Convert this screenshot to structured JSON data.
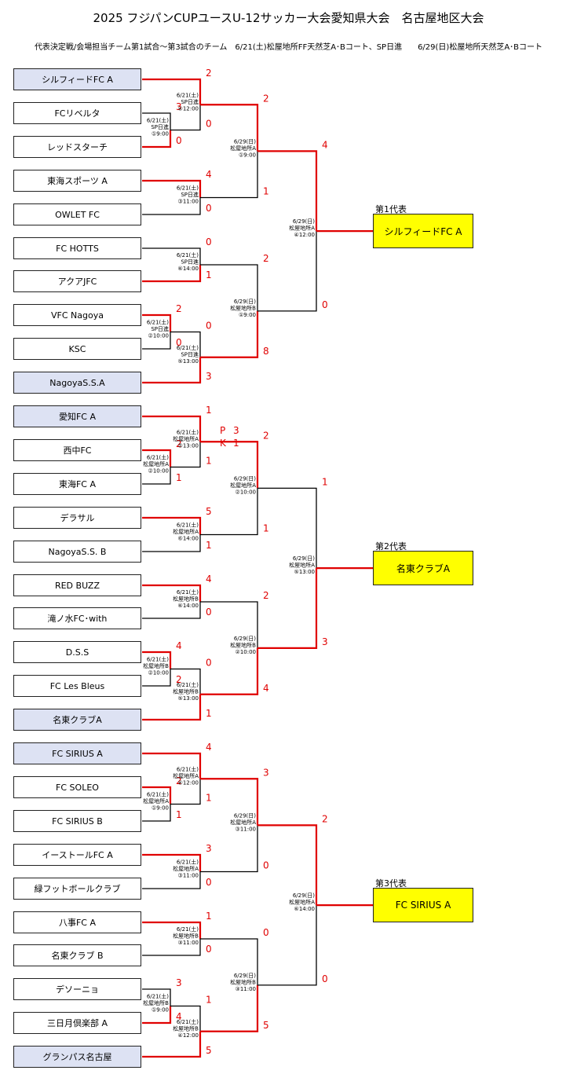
{
  "title": "2025 フジパンCUPユースU-12サッカー大会愛知県大会　名古屋地区大会",
  "subtitle": "代表決定戦/会場担当チーム第1試合～第3試合のチーム　6/21(土)松屋地所FF天然芝A･Bコート、SP日進　　6/29(日)松屋地所天然芝A･Bコート",
  "teams": [
    {
      "name": "シルフィードFC A",
      "seed": true
    },
    {
      "name": "FCリベルタ",
      "seed": false
    },
    {
      "name": "レッドスターチ",
      "seed": false
    },
    {
      "name": "東海スポーツ A",
      "seed": false
    },
    {
      "name": "OWLET FC",
      "seed": false
    },
    {
      "name": "FC HOTTS",
      "seed": false
    },
    {
      "name": "アクアJFC",
      "seed": false
    },
    {
      "name": "VFC Nagoya",
      "seed": false
    },
    {
      "name": "KSC",
      "seed": false
    },
    {
      "name": "NagoyaS.S.A",
      "seed": true
    },
    {
      "name": "愛知FC A",
      "seed": true
    },
    {
      "name": "西中FC",
      "seed": false
    },
    {
      "name": "東海FC A",
      "seed": false
    },
    {
      "name": "デラサル",
      "seed": false
    },
    {
      "name": "NagoyaS.S. B",
      "seed": false
    },
    {
      "name": "RED BUZZ",
      "seed": false
    },
    {
      "name": "滝ノ水FC･with",
      "seed": false
    },
    {
      "name": "D.S.S",
      "seed": false
    },
    {
      "name": "FC Les Bleus",
      "seed": false
    },
    {
      "name": "名東クラブA",
      "seed": true
    },
    {
      "name": "FC SIRIUS A",
      "seed": true
    },
    {
      "name": "FC SOLEO",
      "seed": false
    },
    {
      "name": "FC SIRIUS B",
      "seed": false
    },
    {
      "name": "イーストールFC A",
      "seed": false
    },
    {
      "name": "緑フットボールクラブ",
      "seed": false
    },
    {
      "name": "八事FC A",
      "seed": false
    },
    {
      "name": "名東クラブ B",
      "seed": false
    },
    {
      "name": "デソーニョ",
      "seed": false
    },
    {
      "name": "三日月倶楽部 A",
      "seed": false
    },
    {
      "name": "グランパス名古屋",
      "seed": true
    }
  ],
  "representatives": [
    {
      "label": "第1代表",
      "team": "シルフィードFC A"
    },
    {
      "label": "第2代表",
      "team": "名東クラブA"
    },
    {
      "label": "第3代表",
      "team": "FC SIRIUS A"
    }
  ],
  "pk": {
    "p": "P",
    "k": "K",
    "score_top": "3",
    "score_bottom": "1"
  },
  "matches": [
    {
      "id": "q1",
      "a": "t1",
      "b": "t2",
      "round": 0,
      "sa": "3",
      "sb": "0",
      "info": [
        "6/21(土)",
        "SP日進",
        "①9:00"
      ]
    },
    {
      "id": "q2",
      "a": "t7",
      "b": "t8",
      "round": 0,
      "sa": "2",
      "sb": "0",
      "info": [
        "6/21(土)",
        "SP日進",
        "②10:00"
      ]
    },
    {
      "id": "q3",
      "a": "t11",
      "b": "t12",
      "round": 0,
      "sa": "2",
      "sb": "1",
      "info": [
        "6/21(土)",
        "松屋地所A",
        "②10:00"
      ]
    },
    {
      "id": "q4",
      "a": "t17",
      "b": "t18",
      "round": 0,
      "sa": "4",
      "sb": "2",
      "info": [
        "6/21(土)",
        "松屋地所B",
        "②10:00"
      ]
    },
    {
      "id": "q5",
      "a": "t21",
      "b": "t22",
      "round": 0,
      "sa": "2",
      "sb": "1",
      "info": [
        "6/21(土)",
        "松屋地所A",
        "①9:00"
      ]
    },
    {
      "id": "q6",
      "a": "t27",
      "b": "t28",
      "round": 0,
      "sa": "3",
      "sb": "4",
      "info": [
        "6/21(土)",
        "松屋地所B",
        "①9:00"
      ]
    },
    {
      "id": "r1",
      "a": "t0",
      "b": "q1",
      "round": 1,
      "sa": "2",
      "sb": "0",
      "info": [
        "6/21(土)",
        "SP日進",
        "④12:00"
      ]
    },
    {
      "id": "r2",
      "a": "t3",
      "b": "t4",
      "round": 1,
      "sa": "4",
      "sb": "0",
      "info": [
        "6/21(土)",
        "SP日進",
        "③11:00"
      ]
    },
    {
      "id": "r3",
      "a": "t5",
      "b": "t6",
      "round": 1,
      "sa": "0",
      "sb": "1",
      "info": [
        "6/21(土)",
        "SP日進",
        "⑥14:00"
      ]
    },
    {
      "id": "r4",
      "a": "q2",
      "b": "t9",
      "round": 1,
      "sa": "0",
      "sb": "3",
      "info": [
        "6/21(土)",
        "SP日進",
        "⑤13:00"
      ]
    },
    {
      "id": "r5",
      "a": "t10",
      "b": "q3",
      "round": 1,
      "sa": "1",
      "sb": "1",
      "info": [
        "6/21(土)",
        "松屋地所A",
        "⑤13:00"
      ]
    },
    {
      "id": "r6",
      "a": "t13",
      "b": "t14",
      "round": 1,
      "sa": "5",
      "sb": "1",
      "info": [
        "6/21(土)",
        "松屋地所A",
        "⑥14:00"
      ]
    },
    {
      "id": "r7",
      "a": "t15",
      "b": "t16",
      "round": 1,
      "sa": "4",
      "sb": "0",
      "info": [
        "6/21(土)",
        "松屋地所B",
        "⑥14:00"
      ]
    },
    {
      "id": "r8",
      "a": "q4",
      "b": "t19",
      "round": 1,
      "sa": "0",
      "sb": "1",
      "info": [
        "6/21(土)",
        "松屋地所B",
        "⑤13:00"
      ]
    },
    {
      "id": "r9",
      "a": "t20",
      "b": "q5",
      "round": 1,
      "sa": "4",
      "sb": "1",
      "info": [
        "6/21(土)",
        "松屋地所A",
        "④12:00"
      ]
    },
    {
      "id": "r10",
      "a": "t23",
      "b": "t24",
      "round": 1,
      "sa": "3",
      "sb": "0",
      "info": [
        "6/21(土)",
        "松屋地所A",
        "③11:00"
      ]
    },
    {
      "id": "r11",
      "a": "t25",
      "b": "t26",
      "round": 1,
      "sa": "1",
      "sb": "0",
      "info": [
        "6/21(土)",
        "松屋地所B",
        "③11:00"
      ]
    },
    {
      "id": "r12",
      "a": "q6",
      "b": "t29",
      "round": 1,
      "sa": "1",
      "sb": "5",
      "info": [
        "6/21(土)",
        "松屋地所B",
        "④12:00"
      ]
    },
    {
      "id": "s1",
      "a": "r1",
      "b": "r2",
      "round": 2,
      "sa": "2",
      "sb": "1",
      "info": [
        "6/29(日)",
        "松屋地所A",
        "①9:00"
      ]
    },
    {
      "id": "s2",
      "a": "r3",
      "b": "r4",
      "round": 2,
      "sa": "2",
      "sb": "8",
      "info": [
        "6/29(日)",
        "松屋地所B",
        "①9:00"
      ]
    },
    {
      "id": "s3",
      "a": "r5",
      "b": "r6",
      "round": 2,
      "sa": "2",
      "sb": "1",
      "info": [
        "6/29(日)",
        "松屋地所A",
        "②10:00"
      ]
    },
    {
      "id": "s4",
      "a": "r7",
      "b": "r8",
      "round": 2,
      "sa": "2",
      "sb": "4",
      "info": [
        "6/29(日)",
        "松屋地所B",
        "②10:00"
      ]
    },
    {
      "id": "s5",
      "a": "r9",
      "b": "r10",
      "round": 2,
      "sa": "3",
      "sb": "0",
      "info": [
        "6/29(日)",
        "松屋地所A",
        "③11:00"
      ]
    },
    {
      "id": "s6",
      "a": "r11",
      "b": "r12",
      "round": 2,
      "sa": "0",
      "sb": "5",
      "info": [
        "6/29(日)",
        "松屋地所B",
        "③11:00"
      ]
    },
    {
      "id": "f1",
      "a": "s1",
      "b": "s2",
      "round": 3,
      "sa": "4",
      "sb": "0",
      "info": [
        "6/29(日)",
        "松屋地所A",
        "④12:00"
      ]
    },
    {
      "id": "f2",
      "a": "s3",
      "b": "s4",
      "round": 3,
      "sa": "1",
      "sb": "3",
      "info": [
        "6/29(日)",
        "松屋地所A",
        "⑤13:00"
      ]
    },
    {
      "id": "f3",
      "a": "s5",
      "b": "s6",
      "round": 3,
      "sa": "2",
      "sb": "0",
      "info": [
        "6/29(日)",
        "松屋地所A",
        "⑥14:00"
      ]
    }
  ],
  "winners": {
    "q1": "b",
    "q2": "a",
    "q3": "a",
    "q4": "a",
    "q5": "a",
    "q6": "b",
    "r1": "a",
    "r2": "a",
    "r3": "b",
    "r4": "b",
    "r5": "a",
    "r6": "a",
    "r7": "a",
    "r8": "b",
    "r9": "a",
    "r10": "a",
    "r11": "a",
    "r12": "b",
    "s1": "a",
    "s2": "b",
    "s3": "a",
    "s4": "b",
    "s5": "a",
    "s6": "b",
    "f1": "a",
    "f2": "b",
    "f3": "a"
  },
  "colors": {
    "win_line": "#e00000",
    "lose_line": "#000000",
    "seed_fill": "#dde2f3",
    "rep_fill": "#ffff00"
  }
}
